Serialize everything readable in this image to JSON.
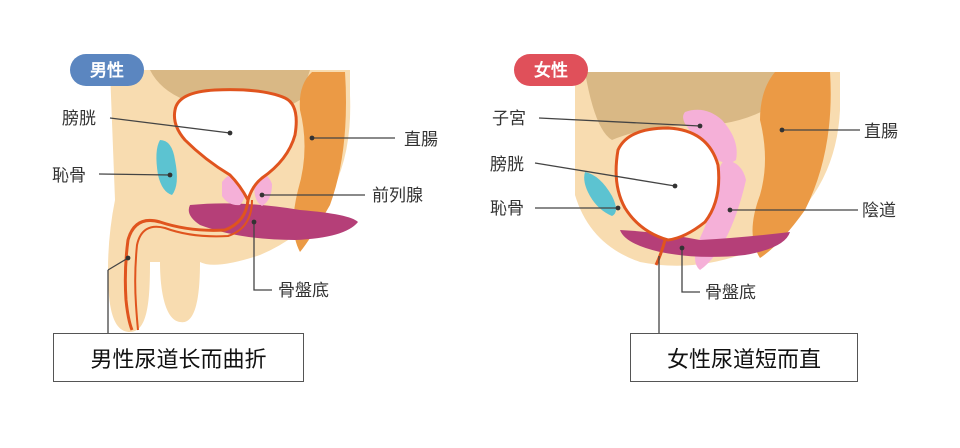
{
  "male": {
    "badge": "男性",
    "badge_color": "#5b86c0",
    "labels": {
      "bladder": "膀胱",
      "pubic_bone": "恥骨",
      "rectum": "直腸",
      "prostate": "前列腺",
      "pelvic_floor": "骨盤底"
    },
    "caption": "男性尿道长而曲折"
  },
  "female": {
    "badge": "女性",
    "badge_color": "#e0505a",
    "labels": {
      "uterus": "子宮",
      "bladder": "膀胱",
      "pubic_bone": "恥骨",
      "rectum": "直腸",
      "vagina": "陰道",
      "pelvic_floor": "骨盤底"
    },
    "caption": "女性尿道短而直"
  },
  "colors": {
    "skin": "#f8dcb0",
    "dark_tissue": "#d9b885",
    "rectum": "#eb9a45",
    "urethra": "#e0541e",
    "bone": "#5cc3d1",
    "pelvic_floor": "#b53f78",
    "prostate": "#f5b0d8"
  }
}
